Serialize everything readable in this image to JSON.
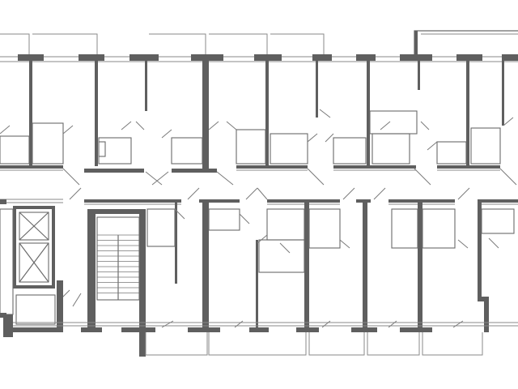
{
  "title": "",
  "colors": {
    "background": "#ffffff",
    "wall": "#5f5f5f",
    "line": "#6a6a6a",
    "window": "#8a8a8a",
    "door": "#7a7a7a",
    "stair": "#777777"
  },
  "elements": {
    "elevator_shaft": "elevator-shaft",
    "stairwell": "stairwell",
    "corridor": "corridor",
    "units": [
      "apartment",
      "apartment",
      "apartment",
      "apartment",
      "apartment",
      "apartment",
      "apartment",
      "apartment",
      "apartment",
      "apartment",
      "apartment",
      "apartment"
    ]
  }
}
